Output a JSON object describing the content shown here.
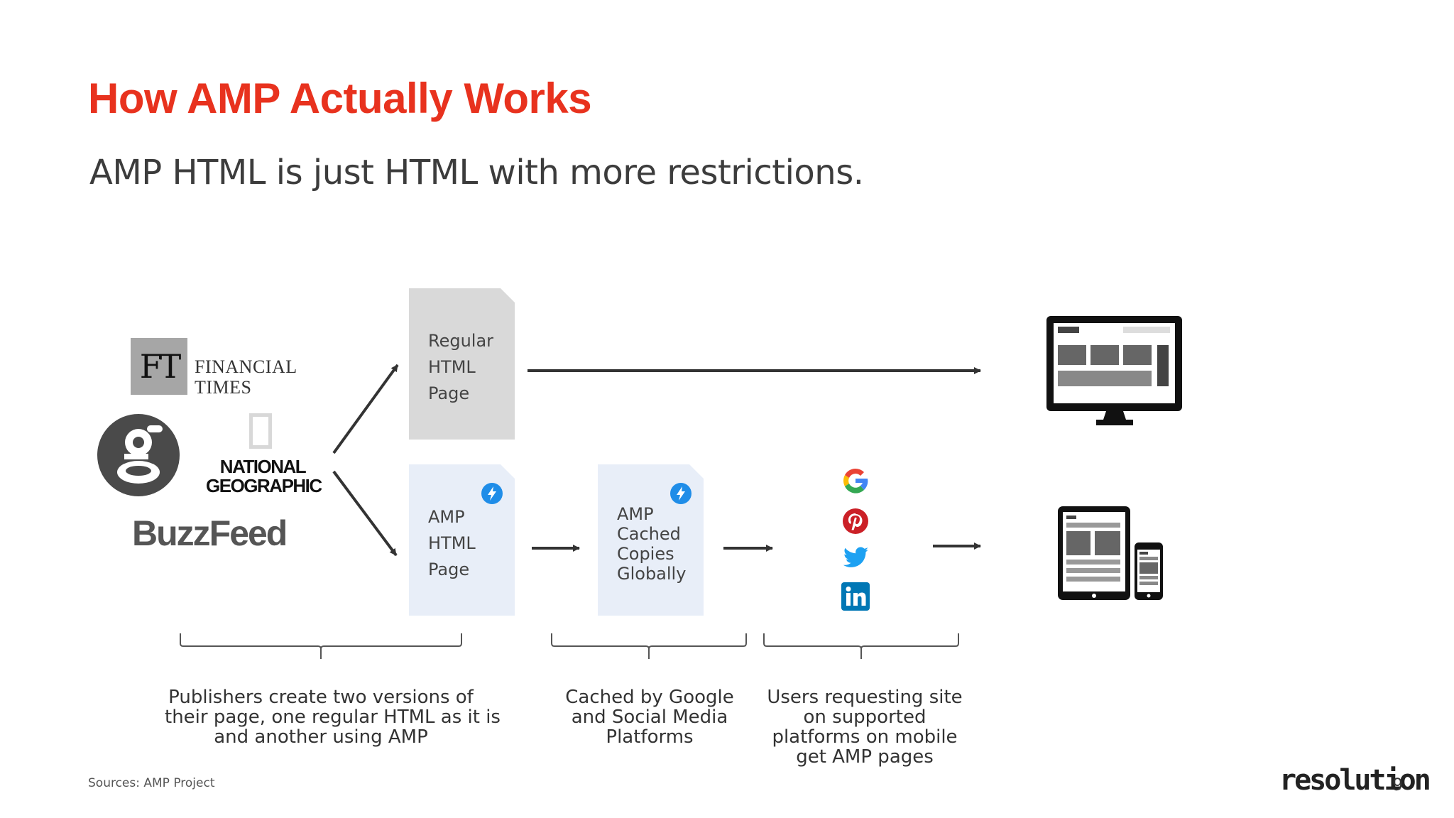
{
  "slide": {
    "title": "How AMP Actually Works",
    "subtitle": "AMP HTML is just HTML with more restrictions.",
    "sources": "Sources:  AMP Project",
    "brand": "resolution",
    "page_number": "9"
  },
  "publishers": {
    "ft_mark": "FT",
    "ft_line1": "FINANCIAL",
    "ft_line2": "TIMES",
    "guardian_mark": "g",
    "natgeo_line1": "NATIONAL",
    "natgeo_line2": "GEOGRAPHIC",
    "buzzfeed": "BuzzFeed"
  },
  "documents": {
    "regular": [
      "Regular",
      "HTML",
      "Page"
    ],
    "amp": [
      "AMP",
      "HTML",
      "Page"
    ],
    "cached": [
      "AMP",
      "Cached",
      "Copies",
      "Globally"
    ]
  },
  "platforms": [
    "google-icon",
    "pinterest-icon",
    "twitter-icon",
    "linkedin-icon"
  ],
  "captions": {
    "publishers": [
      "Publishers create two versions of",
      "their page, one regular HTML as it is",
      "and another using AMP"
    ],
    "cached": [
      "Cached by Google",
      "and Social Media",
      "Platforms"
    ],
    "users": [
      "Users requesting site",
      "on supported",
      "platforms on mobile",
      "get AMP pages"
    ]
  },
  "colors": {
    "title": "#e8321e",
    "amp_blue": "#1f8de8",
    "regular_doc": "#d9d9d9",
    "amp_doc": "#e8eef8",
    "arrow": "#333333"
  }
}
